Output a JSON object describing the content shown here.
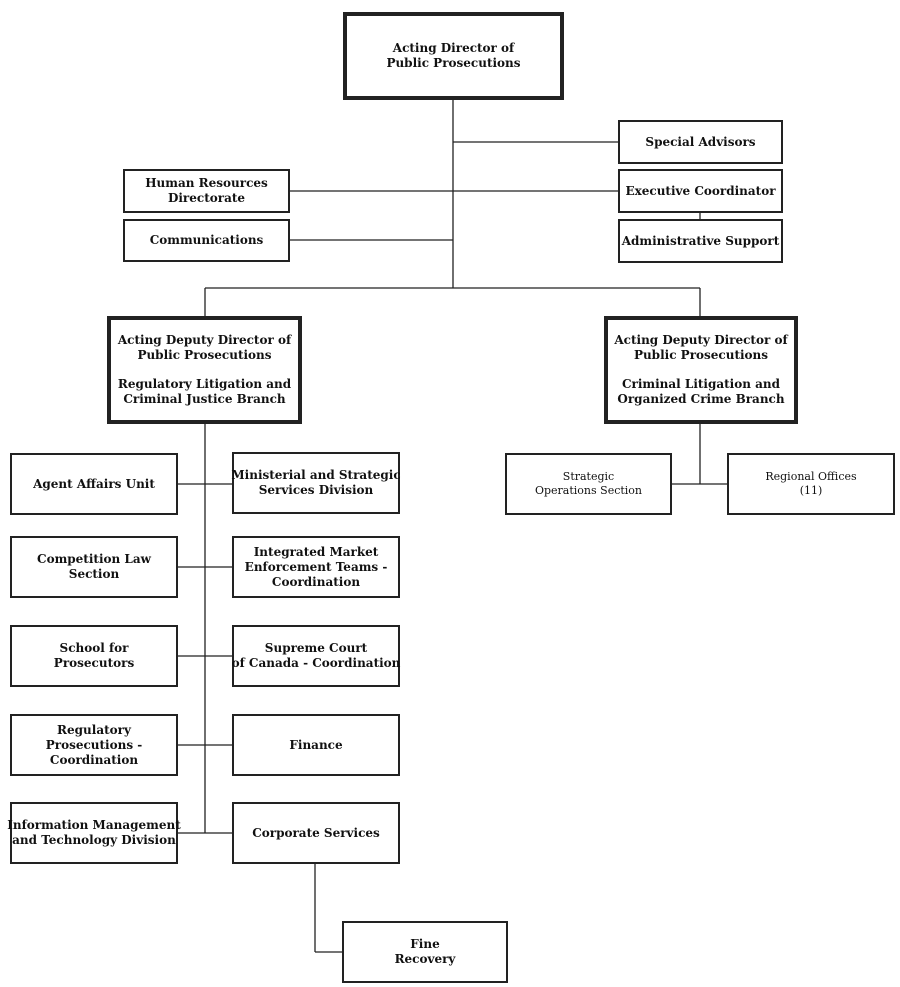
{
  "chart": {
    "top": {
      "line1": "Acting Director of",
      "line2": "Public Prosecutions"
    },
    "special_advisors": "Special Advisors",
    "hr": {
      "line1": "Human Resources",
      "line2": "Directorate"
    },
    "executive_coordinator": "Executive Coordinator",
    "communications": "Communications",
    "administrative_support": "Administrative Support",
    "deputy_left": {
      "line1": "Acting Deputy Director of",
      "line2": "Public Prosecutions",
      "line3": "Regulatory Litigation and",
      "line4": "Criminal Justice Branch"
    },
    "deputy_right": {
      "line1": "Acting Deputy Director of",
      "line2": "Public Prosecutions",
      "line3": "Criminal Litigation and",
      "line4": "Organized Crime Branch"
    },
    "agent_affairs": "Agent Affairs Unit",
    "ministerial": {
      "line1": "Ministerial and Strategic",
      "line2": "Services Division"
    },
    "competition_law": {
      "line1": "Competition Law",
      "line2": "Section"
    },
    "imet": {
      "line1": "Integrated Market",
      "line2": "Enforcement Teams -",
      "line3": "Coordination"
    },
    "school": {
      "line1": "School for",
      "line2": "Prosecutors"
    },
    "scc": {
      "line1": "Supreme Court",
      "line2": "of Canada - Coordination"
    },
    "regulatory": {
      "line1": "Regulatory",
      "line2": "Prosecutions -",
      "line3": "Coordination"
    },
    "finance": "Finance",
    "imtd": {
      "line1": "Information Management",
      "line2": "and Technology Division"
    },
    "corporate_services": "Corporate Services",
    "fine_recovery": {
      "line1": "Fine",
      "line2": "Recovery"
    },
    "strategic_ops": {
      "line1": "Strategic",
      "line2": "Operations Section"
    },
    "regional_offices": {
      "line1": "Regional Offices",
      "line2": "(11)"
    }
  }
}
